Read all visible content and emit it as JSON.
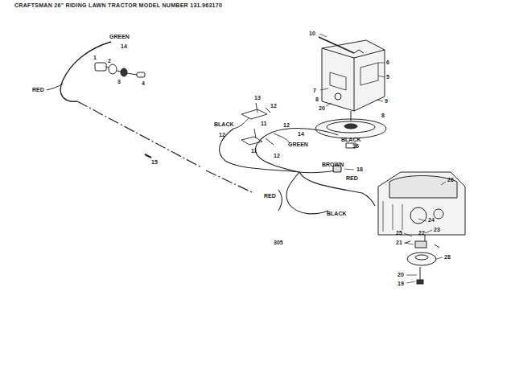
{
  "diagram": {
    "title": "CRAFTSMAN 26\" RIDING LAWN TRACTOR MODEL NUMBER 131.963170",
    "labels": [
      "GREEN",
      "14",
      "RED",
      "1",
      "2",
      "3",
      "4",
      "15",
      "13",
      "12",
      "BLACK",
      "12",
      "11",
      "12",
      "14",
      "GREEN",
      "11",
      "12",
      "BLACK",
      "16",
      "BROWN",
      "18",
      "RED",
      "RED",
      "BLACK",
      "305",
      "10",
      "6",
      "5",
      "7",
      "8",
      "20",
      "9",
      "8",
      "26",
      "24",
      "23",
      "25",
      "21",
      "22",
      "28",
      "20",
      "19"
    ]
  }
}
